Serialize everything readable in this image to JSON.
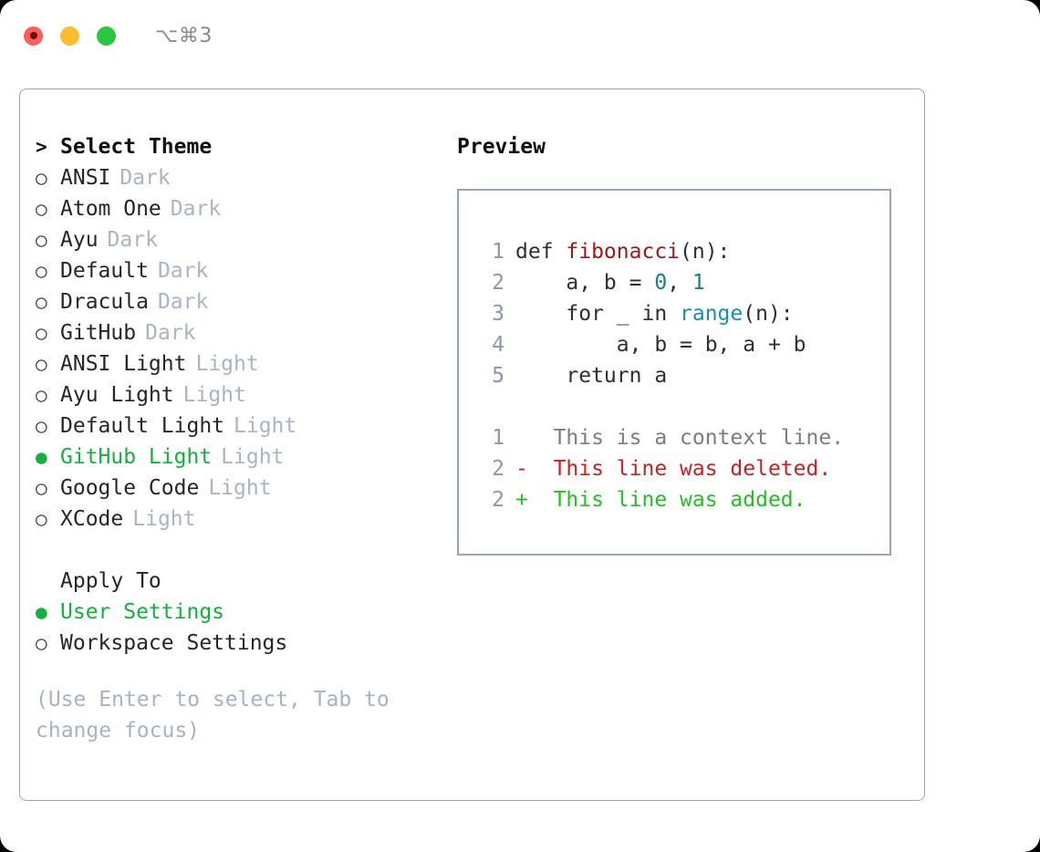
{
  "titlebar": {
    "shortcut": "⌥⌘3",
    "dots": [
      "close-red",
      "minimize-yellow",
      "zoom-green"
    ]
  },
  "theme_picker": {
    "heading_marker": ">",
    "heading": "Select Theme",
    "selected_theme": "GitHub Light",
    "items": [
      {
        "marker": "○",
        "name": "ANSI",
        "tag": "Dark",
        "selected": false
      },
      {
        "marker": "○",
        "name": "Atom One",
        "tag": "Dark",
        "selected": false
      },
      {
        "marker": "○",
        "name": "Ayu",
        "tag": "Dark",
        "selected": false
      },
      {
        "marker": "○",
        "name": "Default",
        "tag": "Dark",
        "selected": false
      },
      {
        "marker": "○",
        "name": "Dracula",
        "tag": "Dark",
        "selected": false
      },
      {
        "marker": "○",
        "name": "GitHub",
        "tag": "Dark",
        "selected": false
      },
      {
        "marker": "○",
        "name": "ANSI Light",
        "tag": "Light",
        "selected": false
      },
      {
        "marker": "○",
        "name": "Ayu Light",
        "tag": "Light",
        "selected": false
      },
      {
        "marker": "○",
        "name": "Default Light",
        "tag": "Light",
        "selected": false
      },
      {
        "marker": "●",
        "name": "GitHub Light",
        "tag": "Light",
        "selected": true
      },
      {
        "marker": "○",
        "name": "Google Code",
        "tag": "Light",
        "selected": false
      },
      {
        "marker": "○",
        "name": "XCode",
        "tag": "Light",
        "selected": false
      }
    ]
  },
  "apply_to": {
    "label": "Apply To",
    "selected_option": "User Settings",
    "options": [
      {
        "marker": "●",
        "name": "User Settings",
        "selected": true
      },
      {
        "marker": "○",
        "name": "Workspace Settings",
        "selected": false
      }
    ]
  },
  "hint": "(Use Enter to select, Tab to change focus)",
  "preview": {
    "title": "Preview",
    "code_lines": [
      {
        "no": "1",
        "segments": [
          {
            "text": "def ",
            "token": "plain"
          },
          {
            "text": "fibonacci",
            "token": "function"
          },
          {
            "text": "(n):",
            "token": "plain"
          }
        ]
      },
      {
        "no": "2",
        "segments": [
          {
            "text": "    a, b = ",
            "token": "plain"
          },
          {
            "text": "0",
            "token": "number"
          },
          {
            "text": ", ",
            "token": "plain"
          },
          {
            "text": "1",
            "token": "number"
          }
        ]
      },
      {
        "no": "3",
        "segments": [
          {
            "text": "    for _ in ",
            "token": "plain"
          },
          {
            "text": "range",
            "token": "call"
          },
          {
            "text": "(n):",
            "token": "plain"
          }
        ]
      },
      {
        "no": "4",
        "segments": [
          {
            "text": "        a, b = b, a + b",
            "token": "plain"
          }
        ]
      },
      {
        "no": "5",
        "segments": [
          {
            "text": "    return a",
            "token": "plain"
          }
        ]
      }
    ],
    "diff_lines": [
      {
        "no": "1",
        "sign": " ",
        "text": "This is a context line.",
        "kind": "context"
      },
      {
        "no": "2",
        "sign": "-",
        "text": "This line was deleted.",
        "kind": "deletion"
      },
      {
        "no": "2",
        "sign": "+",
        "text": "This line was added.",
        "kind": "addition"
      }
    ]
  },
  "colors": {
    "selection_green": "#14b03c",
    "border": "#9aa5b8",
    "tag_gray": "#aab4c4",
    "line_number": "#8a97ab",
    "function_red": "#a01818",
    "number_teal": "#117f96",
    "call_blue": "#1a8cae",
    "diff_delete": "#cc1f1f",
    "diff_add": "#22c022",
    "diff_context": "#7c7c7c"
  }
}
